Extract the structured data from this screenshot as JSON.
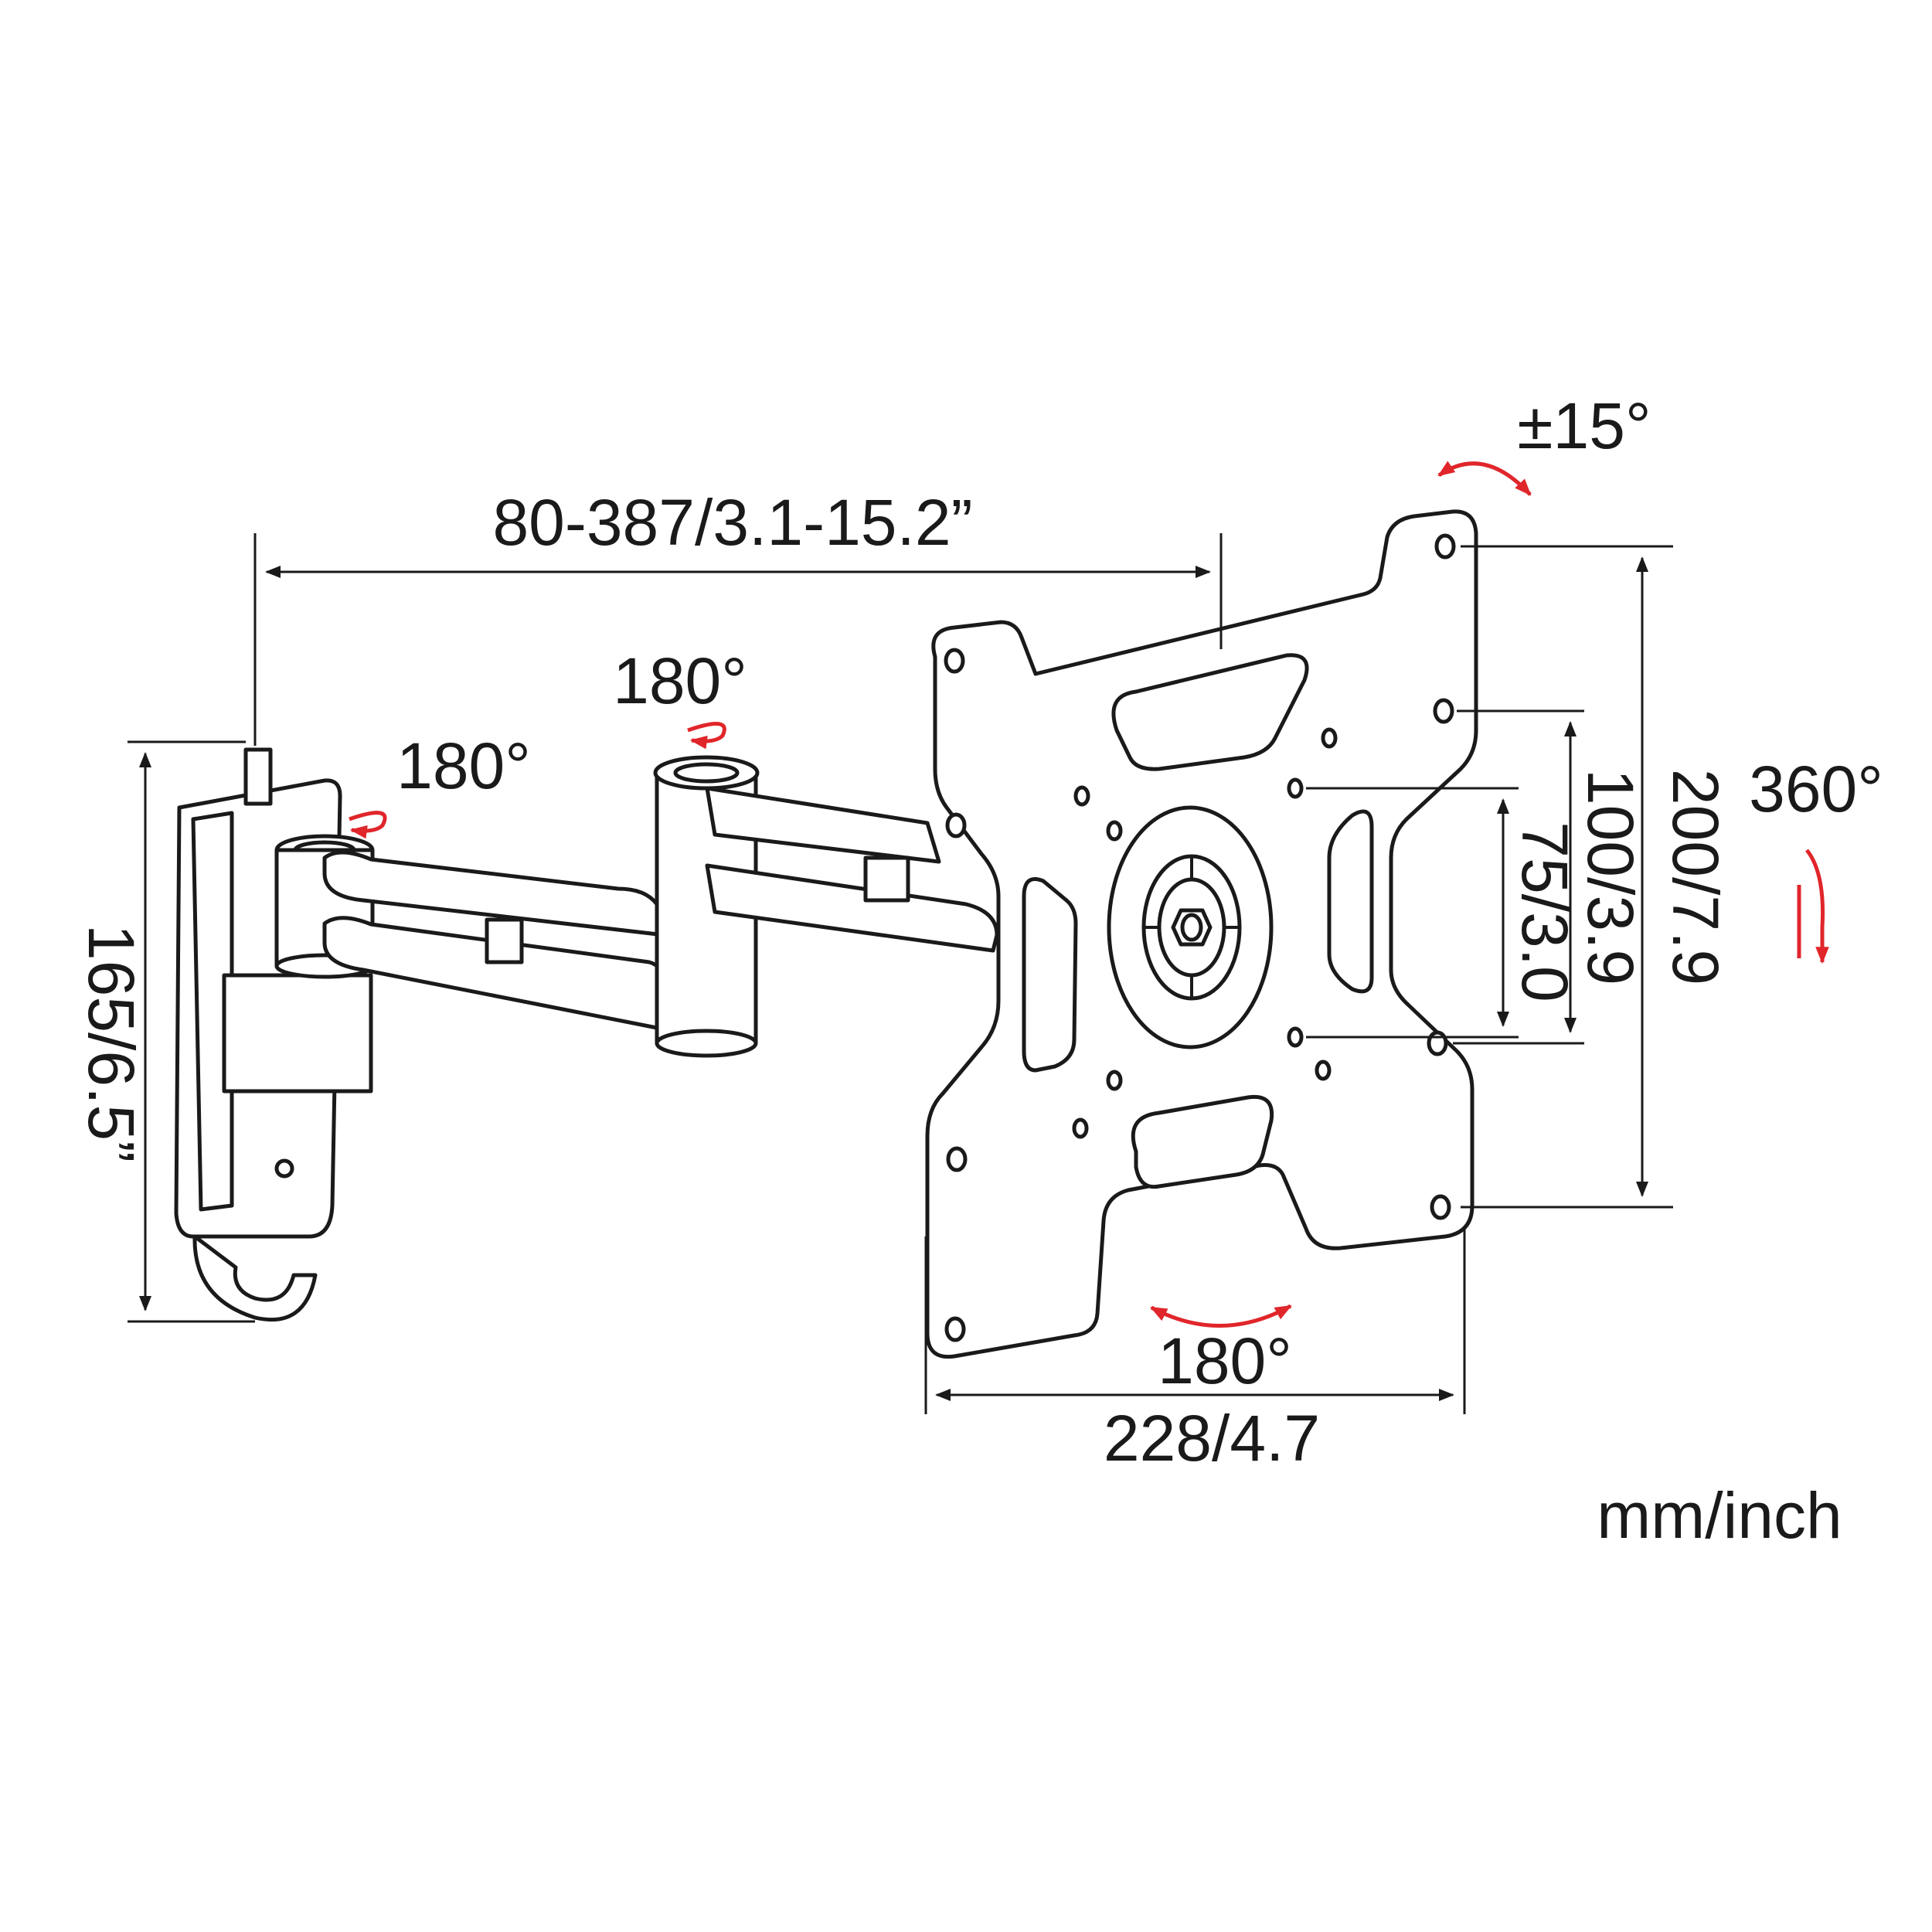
{
  "dimensions": {
    "arm_extension": "80-387/3.1-15.2”",
    "wall_plate_height": "165/6.5”",
    "plate_width": "228/4.7",
    "plate_height": "200/7.9",
    "hole_spacing_100": "100/3.9",
    "hole_spacing_75": "75/3.0"
  },
  "rotations": {
    "wall_joint": "180°",
    "arm_joint": "180°",
    "swivel": "180°",
    "rotation": "360°",
    "tilt": "±15°"
  },
  "units": "mm/inch",
  "accent_color": "#e0262b",
  "line_color": "#1a1a1a"
}
